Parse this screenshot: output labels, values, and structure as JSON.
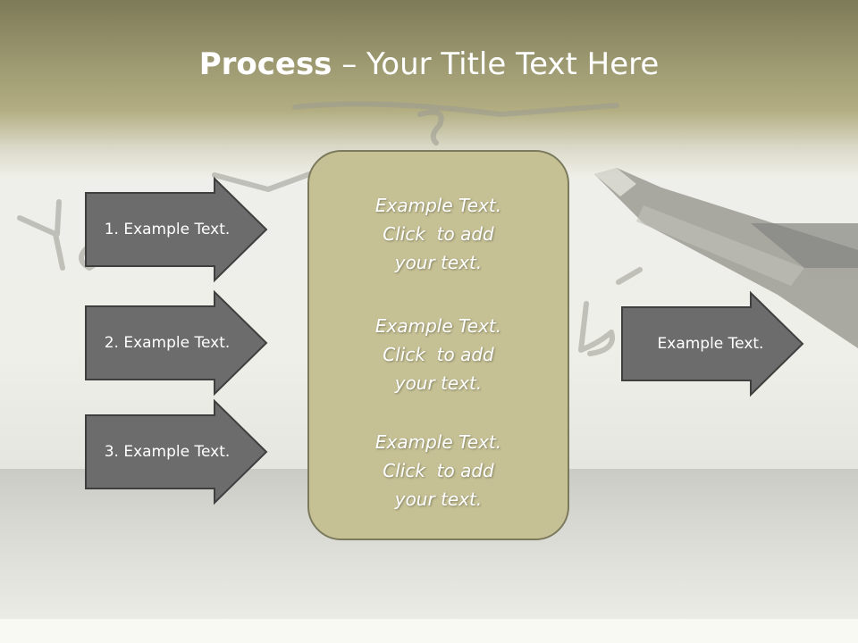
{
  "slide": {
    "title_bold": "Process",
    "title_rest": " – Your Title Text Here"
  },
  "left_arrows": [
    {
      "label": "1. Example Text."
    },
    {
      "label": "2. Example Text."
    },
    {
      "label": "3. Example Text."
    }
  ],
  "center_box": {
    "blocks": [
      {
        "lines": [
          "Example Text.",
          "Click  to add",
          "your text."
        ]
      },
      {
        "lines": [
          "Example Text.",
          "Click  to add",
          "your text."
        ]
      },
      {
        "lines": [
          "Example Text.",
          "Click  to add",
          "your text."
        ]
      }
    ]
  },
  "right_arrow": {
    "label": "Example Text."
  },
  "colors": {
    "arrow_fill": "#6c6c6c",
    "arrow_stroke": "#3f3f3f",
    "box_fill": "#c6c195",
    "box_stroke": "#7c7a5c",
    "banner": "#9c9870"
  }
}
